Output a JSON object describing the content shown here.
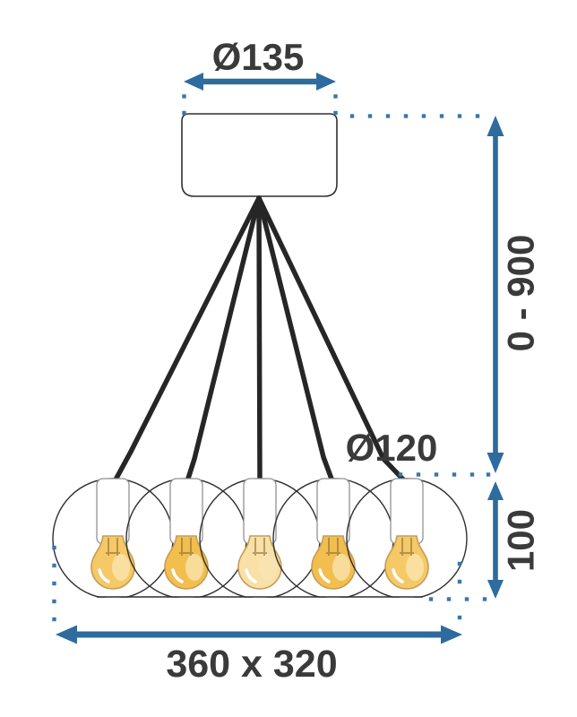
{
  "diagram": {
    "labels": {
      "canopy_diameter": "Ø135",
      "suspension_height_range": "0 - 900",
      "globe_diameter": "Ø120",
      "globe_height": "100",
      "overall_size": "360 x 320"
    },
    "lamp": {
      "globe_count": 5,
      "bulb_count": 5,
      "cable_count": 5
    },
    "colors": {
      "dimension_accent": "#2E6B9E",
      "dot_accent": "#3A76AB",
      "label_text": "#3A3A3A",
      "outline": "#2F2F2F",
      "cable": "#262626",
      "socket_fill": "#FFFFFF",
      "socket_stroke": "#919191",
      "bulb_outline": "#C49D58",
      "bulb_highlight": "#FAE6B4",
      "bulb_filament": "#8A6C3A",
      "bulb_fills": [
        "#F5C966",
        "#F2BE4E",
        "#F8E0A6",
        "#F2BE4E",
        "#F5C966"
      ]
    }
  }
}
